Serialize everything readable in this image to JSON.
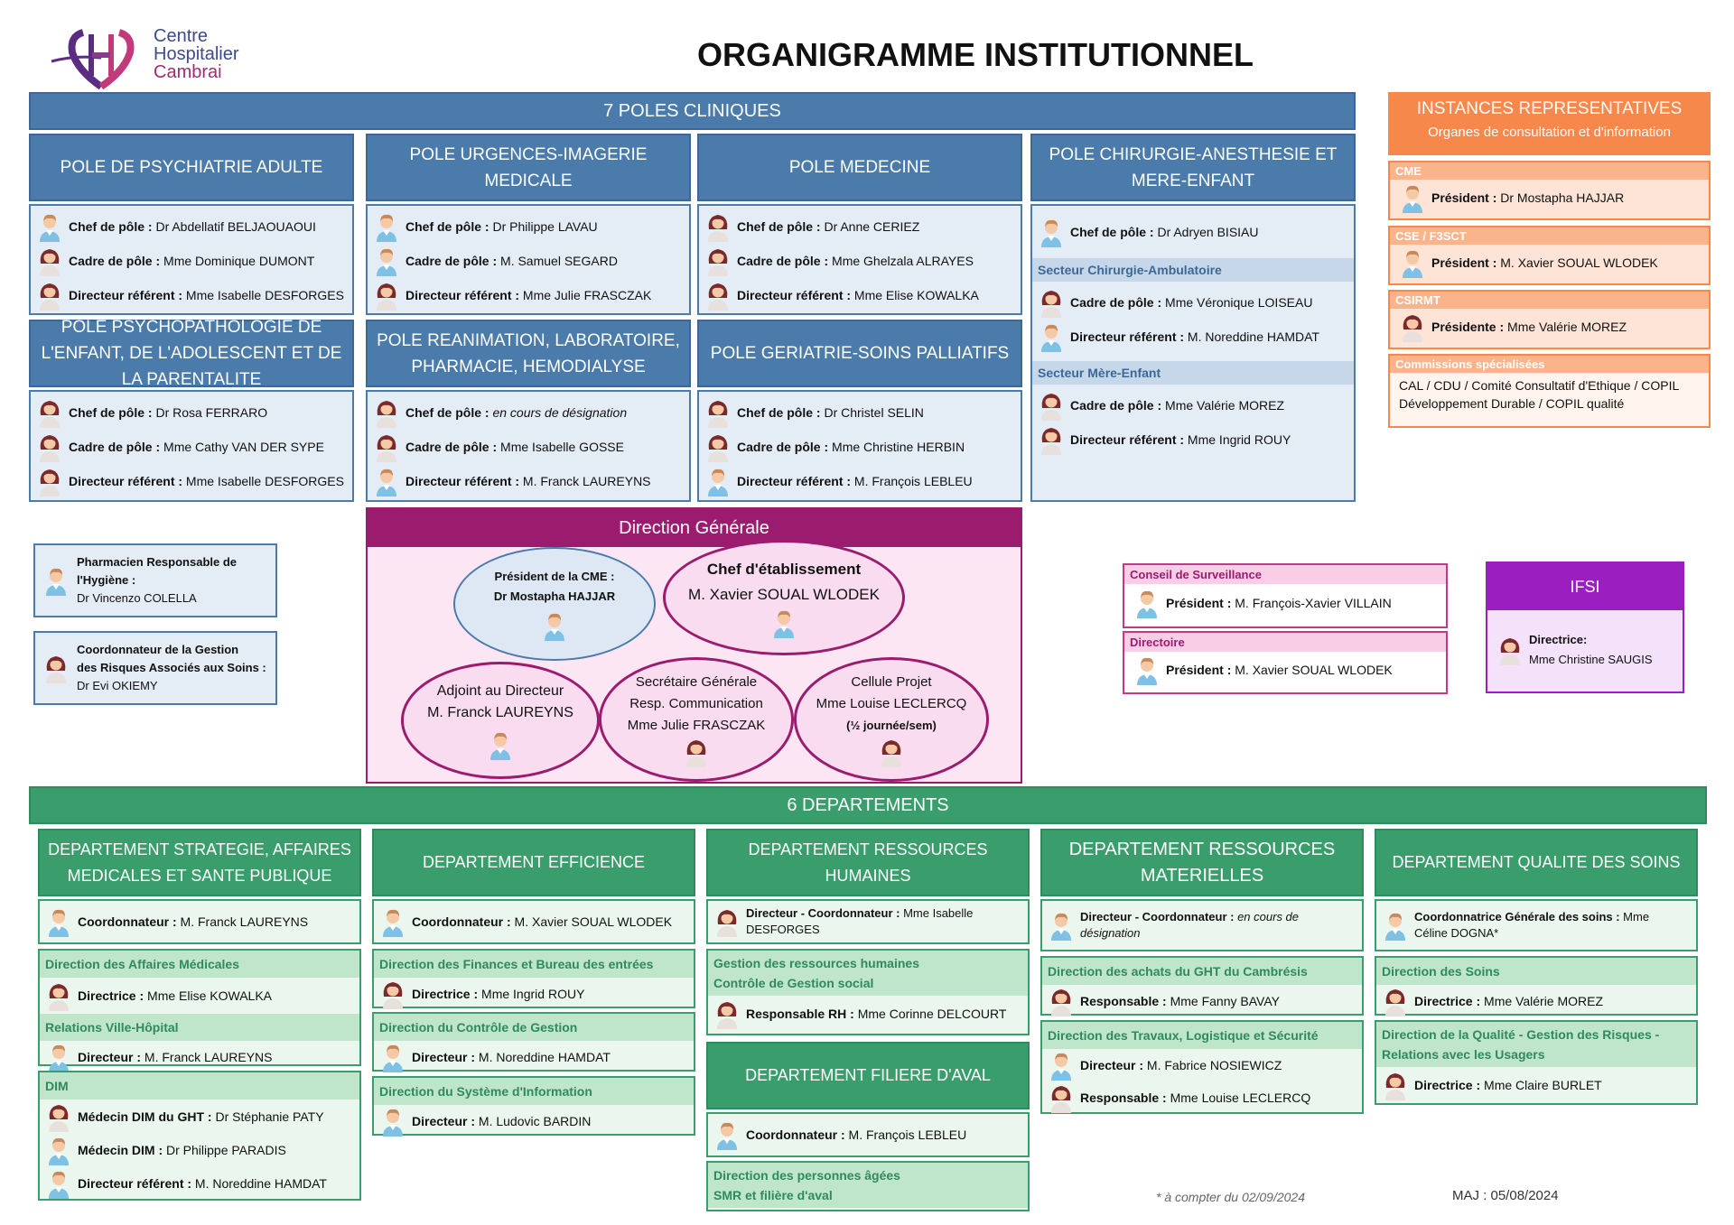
{
  "logo": {
    "line1": "Centre",
    "line2": "Hospitalier",
    "line3": "Cambrai"
  },
  "title": "ORGANIGRAMME INSTITUTIONNEL",
  "poles": {
    "header": "7 POLES CLINIQUES",
    "p1": {
      "name": "POLE DE PSYCHIATRIE ADULTE",
      "r1l": "Chef de pôle :",
      "r1v": " Dr Abdellatif BELJAOUAOUI",
      "r2l": "Cadre de pôle :",
      "r2v": " Mme Dominique DUMONT",
      "r3l": "Directeur référent :",
      "r3v": " Mme Isabelle DESFORGES"
    },
    "p2": {
      "name": "POLE URGENCES-IMAGERIE MEDICALE",
      "r1l": "Chef de pôle :",
      "r1v": " Dr Philippe LAVAU",
      "r2l": "Cadre de pôle :",
      "r2v": " M. Samuel SEGARD",
      "r3l": "Directeur référent :",
      "r3v": " Mme Julie FRASCZAK"
    },
    "p3": {
      "name": "POLE MEDECINE",
      "r1l": "Chef de pôle :",
      "r1v": " Dr Anne CERIEZ",
      "r2l": "Cadre de pôle :",
      "r2v": " Mme Ghelzala ALRAYES",
      "r3l": "Directeur référent :",
      "r3v": " Mme Elise KOWALKA"
    },
    "p4": {
      "name": "POLE CHIRURGIE-ANESTHESIE ET MERE-ENFANT",
      "r1l": "Chef de pôle :",
      "r1v": " Dr Adryen BISIAU",
      "s1": "Secteur Chirurgie-Ambulatoire",
      "r2l": "Cadre de pôle :",
      "r2v": " Mme Véronique LOISEAU",
      "r3l": "Directeur référent :",
      "r3v": " M. Noreddine HAMDAT",
      "s2": "Secteur Mère-Enfant",
      "r4l": "Cadre de pôle :",
      "r4v": " Mme Valérie MOREZ",
      "r5l": "Directeur référent :",
      "r5v": " Mme Ingrid ROUY"
    },
    "p5": {
      "name": "POLE PSYCHOPATHOLOGIE DE L'ENFANT, DE L'ADOLESCENT ET DE LA PARENTALITE",
      "r1l": "Chef de pôle :",
      "r1v": " Dr Rosa FERRARO",
      "r2l": "Cadre de pôle :",
      "r2v": " Mme Cathy VAN DER SYPE",
      "r3l": "Directeur référent :",
      "r3v": " Mme Isabelle DESFORGES"
    },
    "p6": {
      "name": "POLE REANIMATION, LABORATOIRE, PHARMACIE, HEMODIALYSE",
      "r1l": "Chef de pôle :",
      "r1v": " en cours de désignation",
      "r2l": "Cadre de pôle :",
      "r2v": " Mme Isabelle GOSSE",
      "r3l": "Directeur référent :",
      "r3v": " M. Franck LAUREYNS"
    },
    "p7": {
      "name": "POLE GERIATRIE-SOINS PALLIATIFS",
      "r1l": "Chef de pôle :",
      "r1v": " Dr Christel SELIN",
      "r2l": "Cadre de pôle :",
      "r2v": " Mme Christine HERBIN",
      "r3l": "Directeur référent :",
      "r3v": " M. François LEBLEU"
    }
  },
  "instances": {
    "header": "INSTANCES REPRESENTATIVES",
    "subheader": "Organes de consultation et d'information",
    "cme": {
      "tag": "CME",
      "label": "Président :",
      "value": " Dr Mostapha HAJJAR"
    },
    "cse": {
      "tag": "CSE / F3SCT",
      "label": "Président :",
      "value": " M. Xavier SOUAL WLODEK"
    },
    "csirmt": {
      "tag": "CSIRMT",
      "label": "Présidente :",
      "value": " Mme Valérie MOREZ"
    },
    "comm": {
      "tag": "Commissions spécialisées",
      "line1": "CAL / CDU / Comité Consultatif d'Ethique / COPIL",
      "line2": "Développement Durable / COPIL qualité"
    }
  },
  "left": {
    "pharma": {
      "l1": "Pharmacien Responsable de",
      "l2": "l'Hygiène :",
      "v": "Dr Vincenzo COLELLA"
    },
    "coord": {
      "l1": "Coordonnateur de la Gestion",
      "l2": "des Risques Associés aux Soins :",
      "v": "Dr Evi OKIEMY"
    }
  },
  "dg": {
    "header": "Direction Générale",
    "pres_cme": {
      "l1": "Président de la CME :",
      "l2": "Dr Mostapha HAJJAR"
    },
    "chef": {
      "l1": "Chef d'établissement",
      "l2": "M. Xavier SOUAL WLODEK"
    },
    "adjoint": {
      "l1": "Adjoint au Directeur",
      "l2": "M. Franck LAUREYNS"
    },
    "sg": {
      "l1": "Secrétaire Générale",
      "l2": "Resp. Communication",
      "l3": "Mme Julie FRASCZAK"
    },
    "cellule": {
      "l1": "Cellule Projet",
      "l2": "Mme Louise LECLERCQ",
      "l3": "(½ journée/sem)"
    }
  },
  "conseil": {
    "tag": "Conseil de Surveillance",
    "label": "Président :",
    "value": " M. François-Xavier VILLAIN"
  },
  "directoire": {
    "tag": "Directoire",
    "label": "Président :",
    "value": " M. Xavier SOUAL WLODEK"
  },
  "ifsi": {
    "header": "IFSI",
    "label": "Directrice:",
    "value": "Mme Christine SAUGIS"
  },
  "depts": {
    "header": "6 DEPARTEMENTS",
    "d1": {
      "name": "DEPARTEMENT STRATEGIE, AFFAIRES MEDICALES ET SANTE PUBLIQUE",
      "r1l": "Coordonnateur :",
      "r1v": " M. Franck LAUREYNS",
      "s1": "Direction des Affaires Médicales",
      "r2l": "Directrice :",
      "r2v": " Mme Elise KOWALKA",
      "s2": "Relations Ville-Hôpital",
      "r3l": "Directeur :",
      "r3v": " M. Franck LAUREYNS",
      "s3": "DIM",
      "r4l": "Médecin DIM du GHT :",
      "r4v": " Dr Stéphanie PATY",
      "r5l": "Médecin DIM :",
      "r5v": " Dr Philippe PARADIS",
      "r6l": "Directeur référent :",
      "r6v": " M. Noreddine HAMDAT"
    },
    "d2": {
      "name": "DEPARTEMENT EFFICIENCE",
      "r1l": "Coordonnateur :",
      "r1v": " M. Xavier SOUAL WLODEK",
      "s1": "Direction des Finances et Bureau des entrées",
      "r2l": "Directrice :",
      "r2v": " Mme Ingrid ROUY",
      "s2": "Direction du Contrôle de Gestion",
      "r3l": "Directeur :",
      "r3v": " M. Noreddine HAMDAT",
      "s3": "Direction du Système d'Information",
      "r4l": "Directeur :",
      "r4v": " M. Ludovic BARDIN"
    },
    "d3": {
      "name": "DEPARTEMENT RESSOURCES HUMAINES",
      "r1l": "Directeur - Coordonnateur :",
      "r1v": " Mme Isabelle",
      "r1v2": "DESFORGES",
      "s1a": "Gestion des ressources humaines",
      "s1b": "Contrôle de Gestion social",
      "r2l": "Responsable RH :",
      "r2v": " Mme Corinne  DELCOURT"
    },
    "d3b": {
      "name": "DEPARTEMENT FILIERE D'AVAL",
      "r1l": "Coordonnateur :",
      "r1v": " M. François LEBLEU",
      "s1a": "Direction des personnes âgées",
      "s1b": "SMR et filière d'aval"
    },
    "d4": {
      "name": "DEPARTEMENT RESSOURCES MATERIELLES",
      "r1l": "Directeur - Coordonnateur :",
      "r1v": " en cours de",
      "r1v2": "désignation",
      "s1": "Direction des achats du GHT du Cambrésis",
      "r2l": "Responsable :",
      "r2v": " Mme Fanny BAVAY",
      "s2": "Direction des Travaux, Logistique et Sécurité",
      "r3l": "Directeur :",
      "r3v": " M. Fabrice NOSIEWICZ",
      "r4l": "Responsable :",
      "r4v": " Mme Louise LECLERCQ"
    },
    "d5": {
      "name": "DEPARTEMENT QUALITE DES SOINS",
      "r1l": "Coordonnatrice Générale des soins :",
      "r1v": " Mme",
      "r1v2": "Céline DOGNA*",
      "s1": "Direction des Soins",
      "r2l": "Directrice :",
      "r2v": " Mme Valérie MOREZ",
      "s2a": "Direction de la Qualité - Gestion des Risques -",
      "s2b": "Relations avec les Usagers",
      "r3l": "Directrice :",
      "r3v": " Mme Claire BURLET"
    }
  },
  "footnote": "* à compter du 02/09/2024",
  "maj": "MAJ : 05/08/2024",
  "colors": {
    "blue": "#4a7bab",
    "green": "#3a9e6c",
    "orange": "#f7884b",
    "magenta": "#9b1c6f",
    "purple": "#9b1fc0"
  }
}
